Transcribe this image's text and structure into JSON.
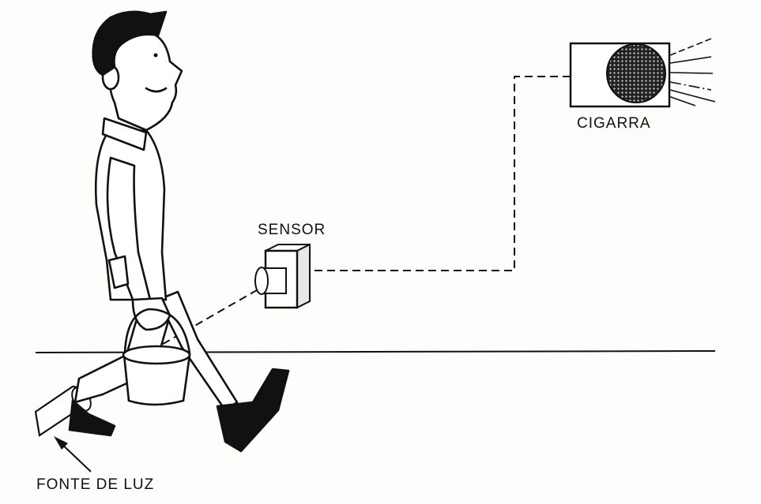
{
  "labels": {
    "sensor": "SENSOR",
    "buzzer": "CIGARRA",
    "light_source": "FONTE DE LUZ"
  },
  "colors": {
    "ink": "#111111",
    "paper": "#fdfdfb",
    "dot_pattern": "#222222"
  }
}
